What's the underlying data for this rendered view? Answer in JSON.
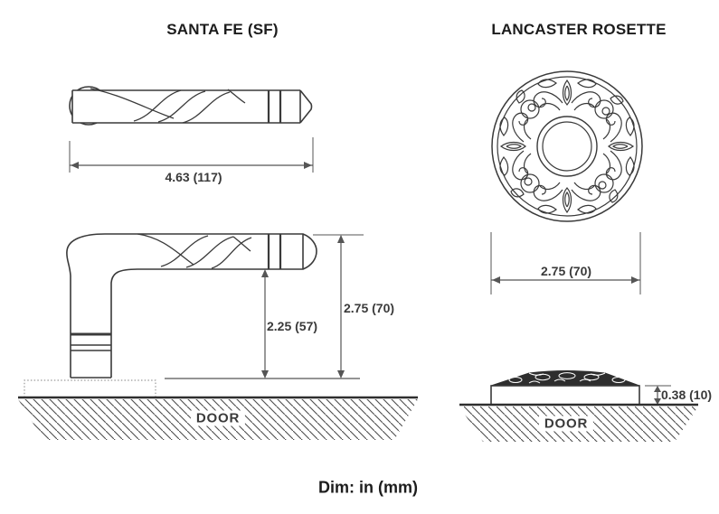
{
  "meta": {
    "footer": "Dim: in (mm)",
    "colors": {
      "ink": "#3a3a3a",
      "dim_line": "#555555",
      "ornament_fill": "#2e2e2e"
    }
  },
  "lever": {
    "title": "SANTA FE (SF)",
    "door_label": "DOOR",
    "dims": {
      "length": {
        "text": "4.63 (117)",
        "inches": "4.63",
        "mm": "117"
      },
      "grip_height": {
        "text": "2.25 (57)",
        "inches": "2.25",
        "mm": "57"
      },
      "overall_height": {
        "text": "2.75 (70)",
        "inches": "2.75",
        "mm": "70"
      }
    }
  },
  "rosette": {
    "title": "LANCASTER ROSETTE",
    "door_label": "DOOR",
    "dims": {
      "diameter": {
        "text": "2.75 (70)",
        "inches": "2.75",
        "mm": "70"
      },
      "thickness": {
        "text": "0.38 (10)",
        "inches": "0.38",
        "mm": "10"
      }
    }
  }
}
